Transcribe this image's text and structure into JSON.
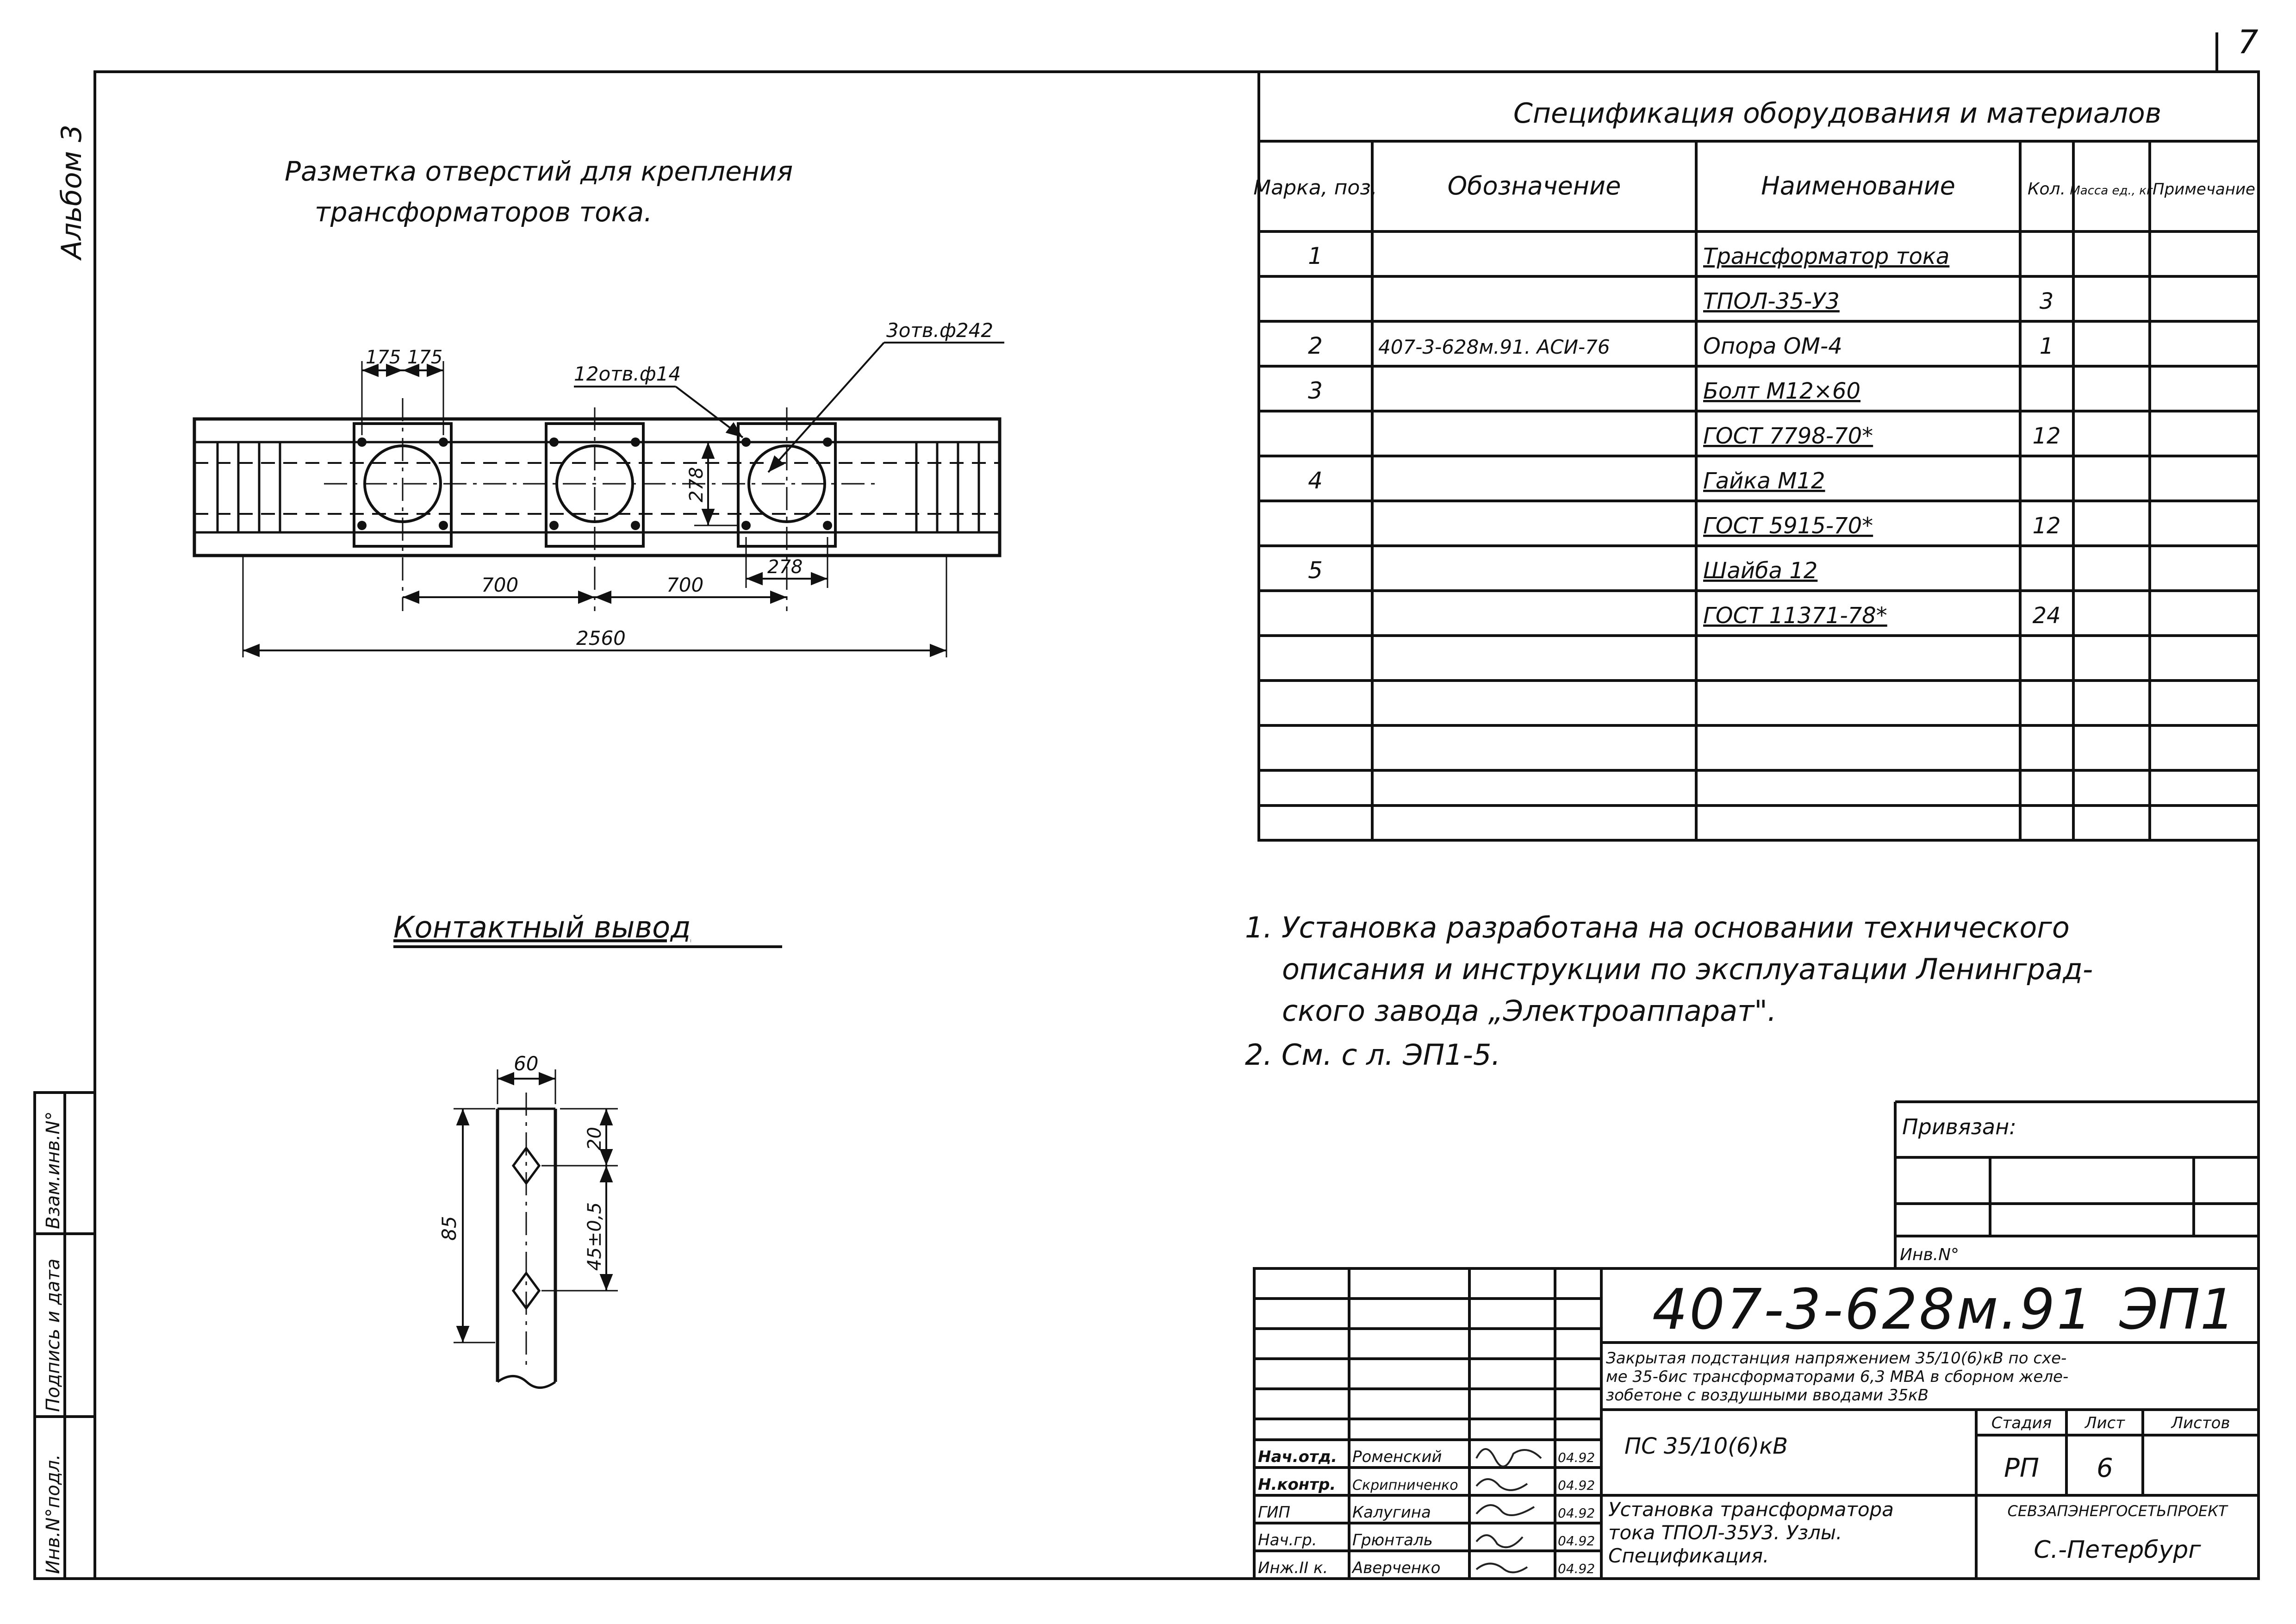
{
  "sheet": {
    "page_number": "7"
  },
  "margin": {
    "album": "Альбом 3",
    "strip": [
      "Инв.N°подл.",
      "Подпись и дата",
      "Взам.инв.N°"
    ]
  },
  "hole_layout": {
    "title_line1": "Разметка отверстий для крепления",
    "title_line2": "трансформаторов тока.",
    "dimensions": {
      "d175a": "175",
      "d175b": "175",
      "holes12": "12отв.ф14",
      "holes3": "3отв.ф242",
      "d278v": "278",
      "d278h": "278",
      "d700a": "700",
      "d700b": "700",
      "d2560": "2560"
    }
  },
  "contact": {
    "title": "Контактный вывод",
    "dimensions": {
      "w": "60",
      "h": "85",
      "top": "20",
      "pitch": "45±0,5"
    }
  },
  "spec": {
    "title": "Спецификация оборудования и материалов",
    "headers": [
      "Марка, поз.",
      "Обозначение",
      "Наименование",
      "Кол.",
      "Масса ед., кг",
      "Примечание"
    ],
    "rows": [
      [
        "1",
        "",
        "Трансформатор тока",
        "",
        "",
        ""
      ],
      [
        "",
        "",
        "ТПОЛ-35-У3",
        "3",
        "",
        ""
      ],
      [
        "2",
        "407-3-628м.91. АСИ-76",
        "Опора ОМ-4",
        "1",
        "",
        ""
      ],
      [
        "3",
        "",
        "Болт М12×60",
        "",
        "",
        ""
      ],
      [
        "",
        "",
        "ГОСТ 7798-70*",
        "12",
        "",
        ""
      ],
      [
        "4",
        "",
        "Гайка М12",
        "",
        "",
        ""
      ],
      [
        "",
        "",
        "ГОСТ 5915-70*",
        "12",
        "",
        ""
      ],
      [
        "5",
        "",
        "Шайба 12",
        "",
        "",
        ""
      ],
      [
        "",
        "",
        "ГОСТ 11371-78*",
        "24",
        "",
        ""
      ]
    ]
  },
  "notes": [
    "1. Установка разработана на основании технического",
    "описания и инструкции по эксплуатации Ленинград-",
    "ского завода „Электроаппарат\".",
    "2. См. с л. ЭП1-5."
  ],
  "binding": {
    "label": "Привязан:",
    "inv": "Инв.N°"
  },
  "title_block": {
    "doc_number": "407-3-628м.91",
    "code": "ЭП1",
    "project_desc": [
      "Закрытая подстанция напряжением 35/10(6)кВ по схе-",
      "ме 35-6ис трансформаторами 6,3 МВА в сборном желе-",
      "зобетоне с воздушными вводами 35кВ"
    ],
    "object": "ПС 35/10(6)кВ",
    "sheet_title": [
      "Установка трансформатора",
      "тока ТПОЛ-35У3. Узлы.",
      "Спецификация."
    ],
    "stage_label": "Стадия",
    "sheet_label": "Лист",
    "sheets_label": "Листов",
    "stage": "РП",
    "sheet": "6",
    "sheets": "",
    "org": "СЕВЗАПЭНЕРГОСЕТЬПРОЕКТ",
    "city": "С.-Петербург",
    "staff": [
      {
        "role": "Нач.отд.",
        "name": "Роменский",
        "date": "04.92"
      },
      {
        "role": "Н.контр.",
        "name": "Скрипниченко",
        "date": "04.92"
      },
      {
        "role": "ГИП",
        "name": "Калугина",
        "date": "04.92"
      },
      {
        "role": "Нач.гр.",
        "name": "Грюнталь",
        "date": "04.92"
      },
      {
        "role": "Инж.II к.",
        "name": "Аверченко",
        "date": "04.92"
      }
    ]
  }
}
